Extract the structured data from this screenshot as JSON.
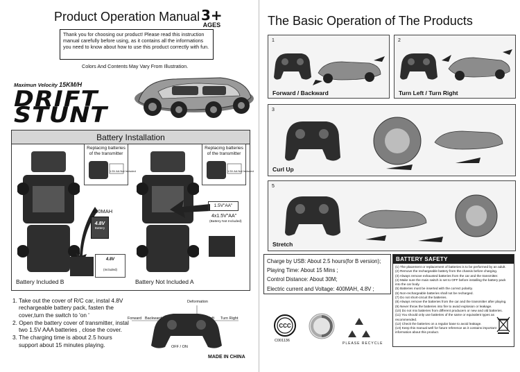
{
  "left_page": {
    "title": "Product Operation Manual",
    "age": {
      "number": "3+",
      "label": "AGES"
    },
    "intro": "Thank you for choosing our product! Please read this instruction manual carefully before using, as it contains all the informations you need to know about how to use this product correctly with fun.",
    "note": "Colors And Contents May Vary From Illustration.",
    "velocity": {
      "prefix": "Maximun Velocity",
      "value": "15KM/H"
    },
    "brand": {
      "line1": "DRIFT",
      "line2": "STUNT"
    },
    "battery": {
      "heading": "Battery Installation",
      "inset_left": "Replacing batteries of the transmitter",
      "inset_right": "Replacing batteries of the transmitter",
      "inset_small_1": "1.5V AA Not Included",
      "inset_small_2": "1.5V AA Not Included",
      "pack_capacity": "400MAH",
      "pack_model": "4.8V",
      "pack_sub": "Battery",
      "pack_small_model": "4.8V",
      "pack_small_included": "(Included)",
      "aa_label": "1.5V\"AA\"",
      "aa_count": "4x1.5V\"AA\"",
      "aa_note": "(Battery Not Included)",
      "caption_left": "Battery Included B",
      "caption_right": "Battery Not Included A"
    },
    "steps": [
      "1. Take out the cover of R/C car, instal 4.8V rechargeable battery pack, fasten the cover,turn the switch to 'on '",
      "2. Open the battery cover of transmitter, instal two 1.5V AAA batteries , close the cover.",
      "3. The charging time is about 2.5 hours support about 15 minutes playing."
    ],
    "controller": {
      "deformation": "Deformation",
      "forward": "Forward",
      "backward": "Backward",
      "turn_left": "Turn left",
      "turn_right": "Turn Right",
      "switch": "OFF / ON"
    },
    "made_in": "MADE IN CHINA"
  },
  "right_page": {
    "title": "The Basic Operation of The Products",
    "steps": [
      {
        "num": "1",
        "caption": "Forward / Backward"
      },
      {
        "num": "2",
        "caption": "Turn Left / Turn Right"
      },
      {
        "num": "3",
        "caption": "Curl Up"
      },
      {
        "num": "5",
        "caption": "Stretch"
      }
    ],
    "specs": [
      "Charge by USB: About 2.5 hours(for B version);",
      "Playing Time: About 15 Mins ;",
      "Control Distance: About 30M;",
      "Electric current and Voltage: 400MAH, 4.8V ;"
    ],
    "safety": {
      "heading": "BATTERY SAFETY",
      "items": [
        "(1) The placement or replacement of batteries is to be performed by an adult.",
        "(2) Remove the rechargeable battery from the chassis before charging.",
        "(3) Always remove exhausted batteries from the car and the transmitter.",
        "(4) Make sure the main switch is set to OFF before installing the battery pack into the car body.",
        "(5) Batteries must be inserted with the correct polarity.",
        "(6) Non-rechargeable batteries shall not be recharged.",
        "(7) Do not short-circuit the batteries.",
        "(8) Always remove the batteries from the car and the transmitter after playing.",
        "(9) Never throw the batteries into fire to avoid explosion or leakage.",
        "(10) Do not mix batteries from different producers or new and old batteries.",
        "(11) You should only use batteries of the same or equivalent types as recommended.",
        "(12) Check the batteries on a regular base to avoid leakage.",
        "(13) Keep this manual well for future reference as it contains important information about this product."
      ]
    },
    "cert_code": "C001136",
    "recycle_text": "PLEASE RECYCLE"
  }
}
